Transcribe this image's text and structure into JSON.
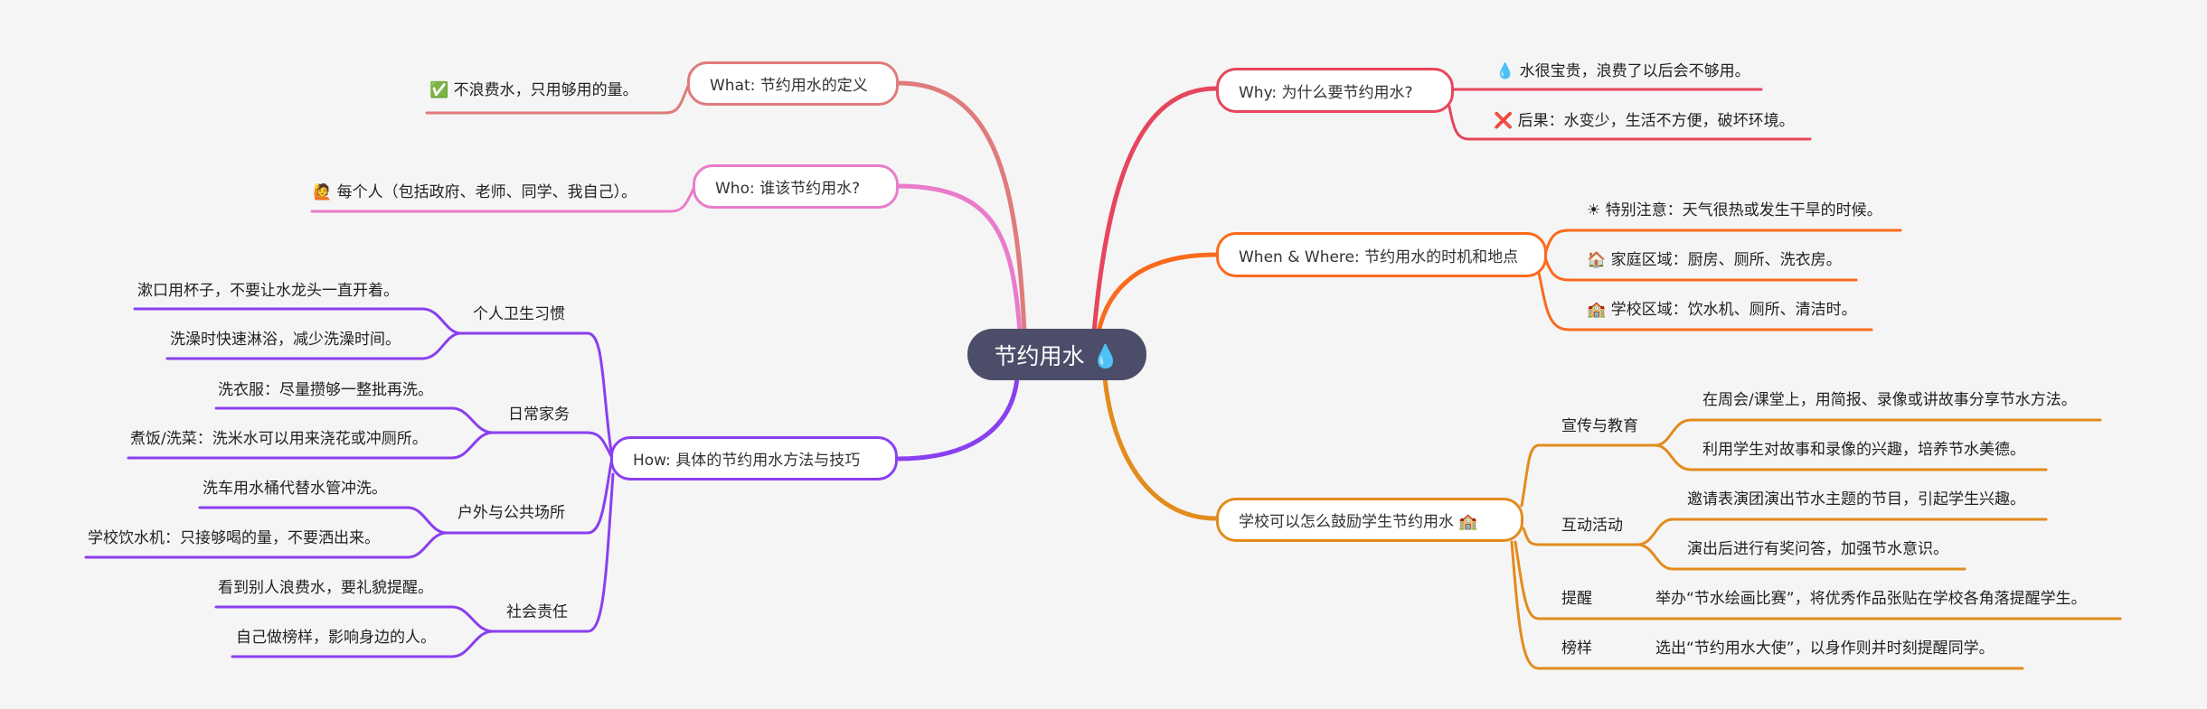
{
  "center": {
    "title": "节约用水 💧"
  },
  "colors": {
    "what": "#e07b7b",
    "who": "#e97cca",
    "how": "#8a3ff0",
    "why": "#e6465c",
    "when": "#fb6a1c",
    "school": "#e38b1c",
    "center": "#4b4d69"
  },
  "left": {
    "what": {
      "label": "What: 节约用水的定义",
      "items": [
        "✅ 不浪费水，只用够用的量。"
      ]
    },
    "who": {
      "label": "Who: 谁该节约用水?",
      "items": [
        "🙋 每个人（包括政府、老师、同学、我自己）。"
      ]
    },
    "how": {
      "label": "How: 具体的节约用水方法与技巧",
      "groups": [
        {
          "label": "个人卫生习惯",
          "items": [
            "漱口用杯子，不要让水龙头一直开着。",
            "洗澡时快速淋浴，减少洗澡时间。"
          ]
        },
        {
          "label": "日常家务",
          "items": [
            "洗衣服：尽量攒够一整批再洗。",
            "煮饭/洗菜：洗米水可以用来浇花或冲厕所。"
          ]
        },
        {
          "label": "户外与公共场所",
          "items": [
            "洗车用水桶代替水管冲洗。",
            "学校饮水机：只接够喝的量，不要洒出来。"
          ]
        },
        {
          "label": "社会责任",
          "items": [
            "看到别人浪费水，要礼貌提醒。",
            "自己做榜样，影响身边的人。"
          ]
        }
      ]
    }
  },
  "right": {
    "why": {
      "label": "Why: 为什么要节约用水?",
      "items": [
        "💧 水很宝贵，浪费了以后会不够用。",
        "❌ 后果：水变少，生活不方便，破坏环境。"
      ]
    },
    "when": {
      "label": "When & Where: 节约用水的时机和地点",
      "items": [
        "☀ 特别注意：天气很热或发生干旱的时候。",
        "🏠 家庭区域：厨房、厕所、洗衣房。",
        "🏫 学校区域：饮水机、厕所、清洁时。"
      ]
    },
    "school": {
      "label": "学校可以怎么鼓励学生节约用水 🏫",
      "groups": [
        {
          "label": "宣传与教育",
          "items": [
            "在周会/课堂上，用简报、录像或讲故事分享节水方法。",
            "利用学生对故事和录像的兴趣，培养节水美德。"
          ]
        },
        {
          "label": "互动活动",
          "items": [
            "邀请表演团演出节水主题的节目，引起学生兴趣。",
            "演出后进行有奖问答，加强节水意识。"
          ]
        },
        {
          "label": "提醒",
          "items": [
            "举办“节水绘画比赛”，将优秀作品张贴在学校各角落提醒学生。"
          ]
        },
        {
          "label": "榜样",
          "items": [
            "选出“节约用水大使”，以身作则并时刻提醒同学。"
          ]
        }
      ]
    }
  }
}
